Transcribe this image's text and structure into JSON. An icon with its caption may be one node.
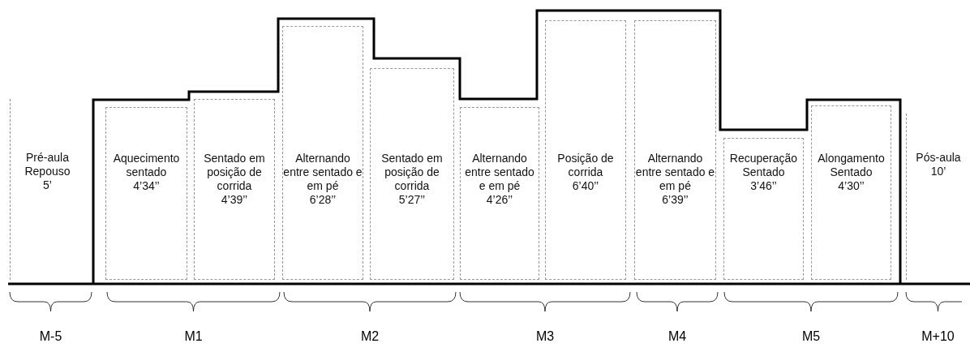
{
  "diagram": {
    "nodes": [
      {
        "text": [
          "Pré-aula Repouso",
          "5’"
        ]
      },
      {
        "text": [
          "Aquecimento sentado",
          "4’34’’"
        ]
      },
      {
        "text": [
          "Sentado em posição de corrida",
          "4’39’’"
        ]
      },
      {
        "text": [
          "Alternando entre sentado e em pé",
          "6’28’’"
        ]
      },
      {
        "text": [
          "Sentado em posição de corrida",
          "5’27’’"
        ]
      },
      {
        "text": [
          "Alternando entre sentado e em pé",
          "4’26’’"
        ]
      },
      {
        "text": [
          "Posição de corrida",
          "6’40’’"
        ]
      },
      {
        "text": [
          "Alternando entre sentado e em pé",
          "6’39’’"
        ]
      },
      {
        "text": [
          "Recuperação Sentado",
          "3’46’’"
        ]
      },
      {
        "text": [
          "Alongamento Sentado",
          "4’30’’"
        ]
      },
      {
        "text": [
          "Pós-aula",
          "10’"
        ]
      }
    ],
    "labels": [
      "M-5",
      "M1",
      "M2",
      "M3",
      "M4",
      "M5",
      "M+10"
    ]
  }
}
